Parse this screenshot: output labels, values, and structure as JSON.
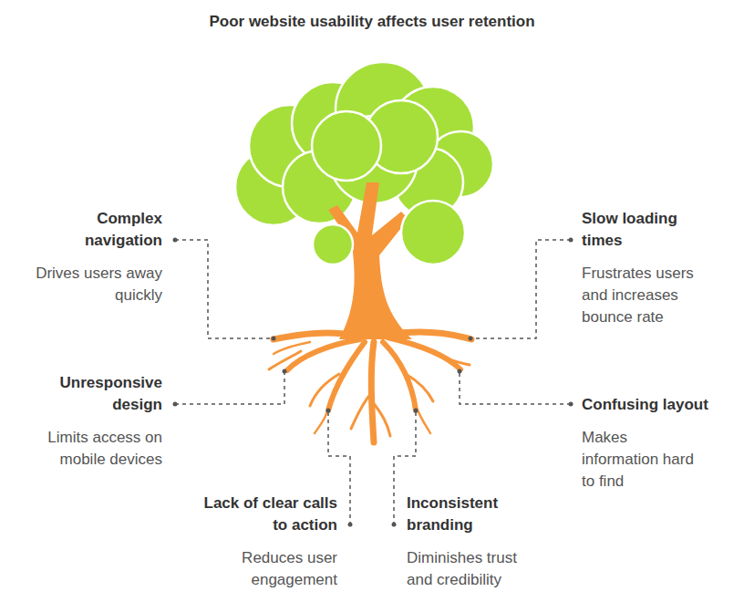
{
  "diagram": {
    "title": "Poor website usability affects user retention",
    "labels": [
      "Complex navigation",
      "Drives users away quickly",
      "Slow loading times",
      "Frustrates users and increases bounce rate",
      "Unresponsive design",
      "Limits access on mobile devices",
      "Confusing layout",
      "Makes information hard to find",
      "Lack of clear calls to action",
      "Reduces user engagement",
      "Inconsistent branding",
      "Diminishes trust and credibility"
    ]
  }
}
